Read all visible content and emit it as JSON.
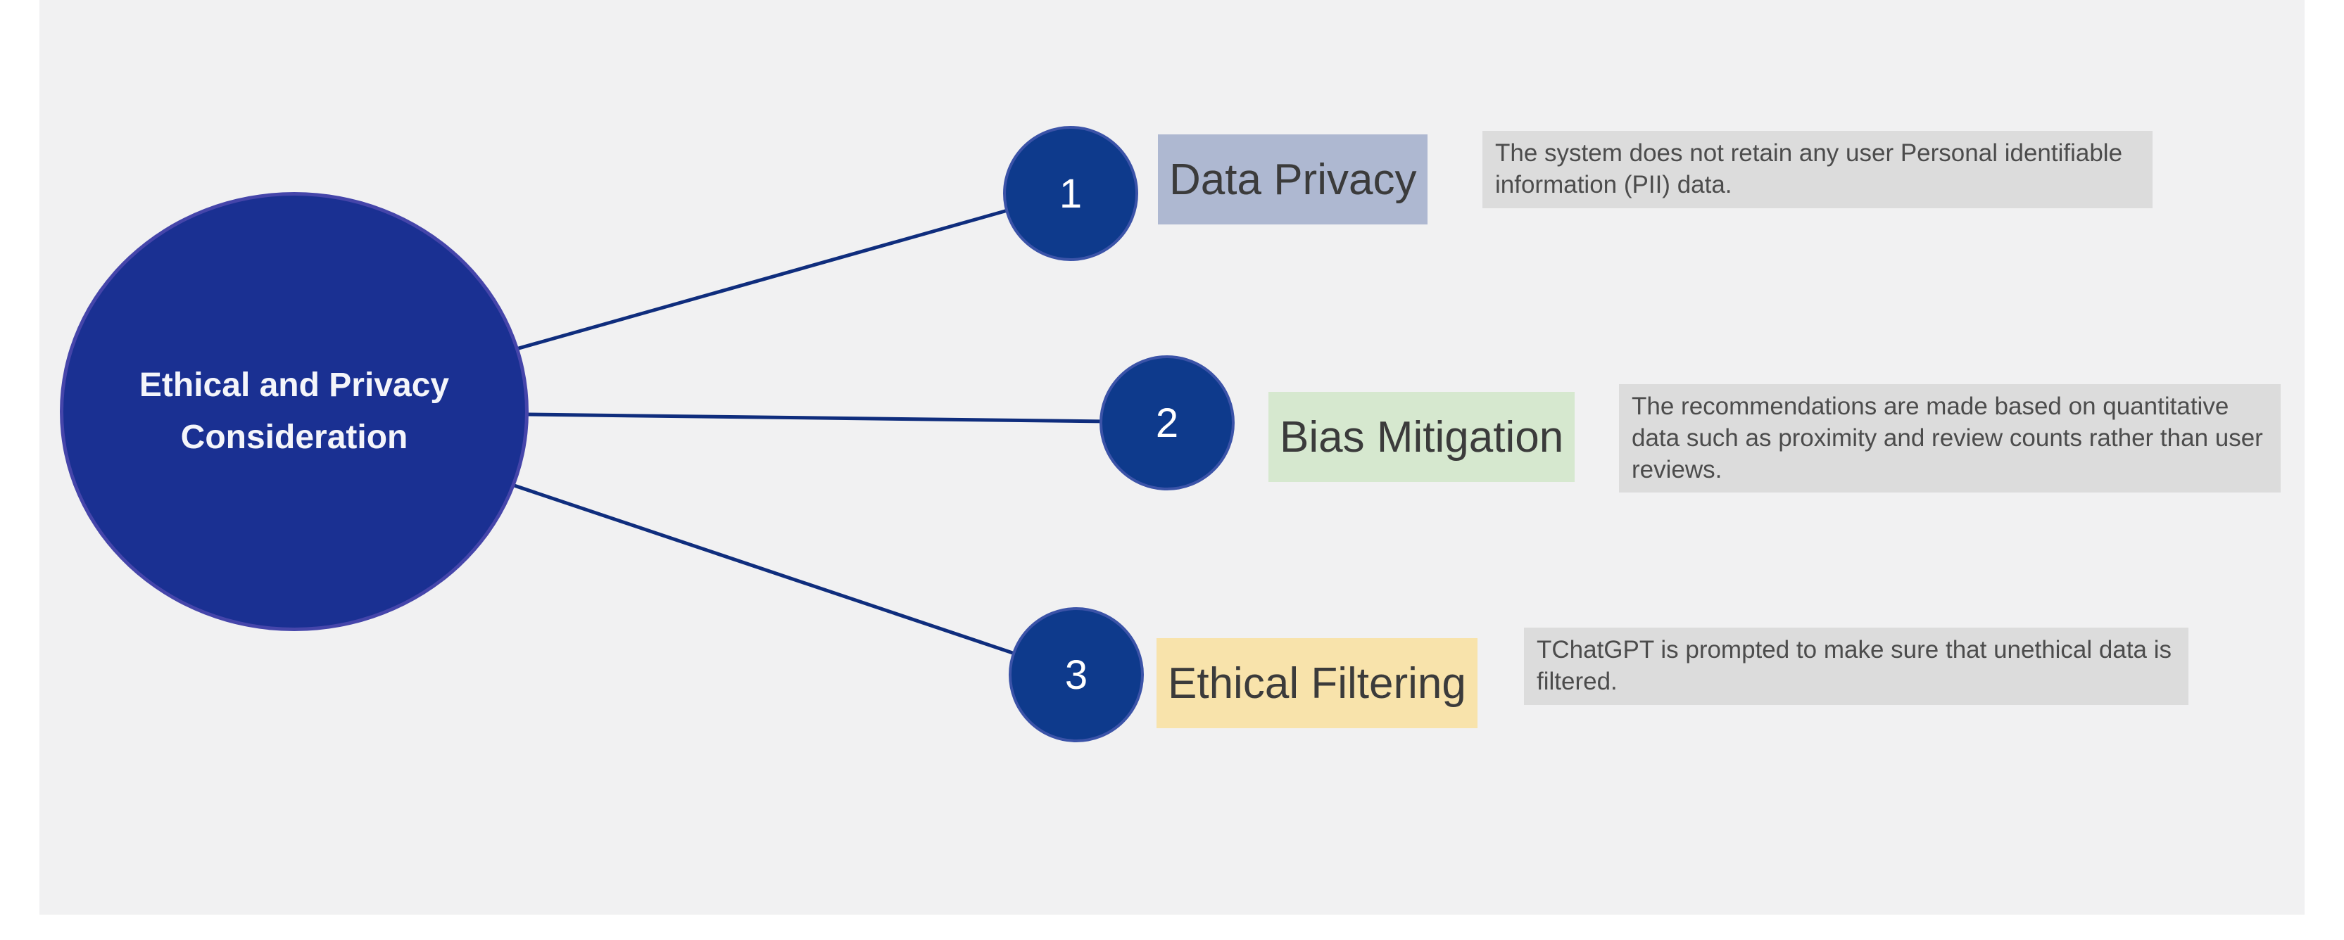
{
  "canvas": {
    "bg": "#f1f1f2",
    "page_bg": "#ffffff"
  },
  "root_node": {
    "label": "Ethical and Privacy Consideration",
    "fill": "#1a3092",
    "border": "#4545aa",
    "text_color": "#f4f5fa"
  },
  "branches": [
    {
      "number": "1",
      "label": "Data Privacy",
      "label_bg": "#aeb8d1",
      "description": "The system does not retain any user Personal identifiable information (PII) data."
    },
    {
      "number": "2",
      "label": "Bias Mitigation",
      "label_bg": "#d6e8cf",
      "description": "The recommendations are made based on quantitative data such as proximity and review counts rather than user reviews."
    },
    {
      "number": "3",
      "label": "Ethical Filtering",
      "label_bg": "#f8e3ab",
      "description": "TChatGPT is prompted to make sure that unethical data is filtered."
    }
  ],
  "node_style": {
    "fill": "#0e3a8c",
    "border": "#3b53a8",
    "number_color": "#ffffff"
  },
  "label_style": {
    "text_color": "#3b3b3b"
  },
  "description_style": {
    "bg": "#dcdcdc",
    "text_color": "#4c4c4c"
  },
  "connector": {
    "color": "#0f2d7d"
  }
}
